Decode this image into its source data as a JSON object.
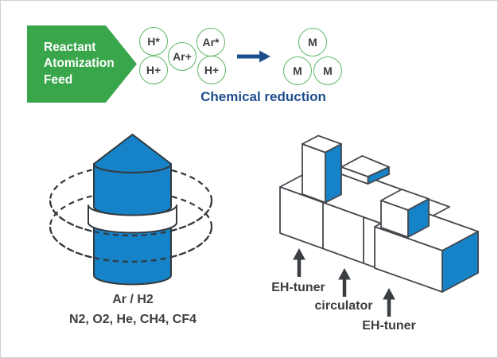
{
  "reaction": {
    "feed_lines": [
      "Reactant",
      "Atomization",
      "Feed"
    ],
    "ions": [
      "H*",
      "H+",
      "Ar+",
      "Ar*",
      "H+"
    ],
    "products": [
      "M",
      "M",
      "M"
    ],
    "caption": "Chemical reduction"
  },
  "torch": {
    "gas_primary": "Ar / H2",
    "gas_secondary": "N2, O2, He, CH4, CF4"
  },
  "microwave": {
    "labels": {
      "left": "EH-tuner",
      "middle": "circulator",
      "right": "EH-tuner"
    }
  },
  "colors": {
    "green": "#3aa64b",
    "circle_stroke": "#5fb665",
    "blue_fill": "#1683c8",
    "navy": "#1e4e8e",
    "outline": "#33383c",
    "text": "#3d4043",
    "border": "#cdd1d5"
  }
}
